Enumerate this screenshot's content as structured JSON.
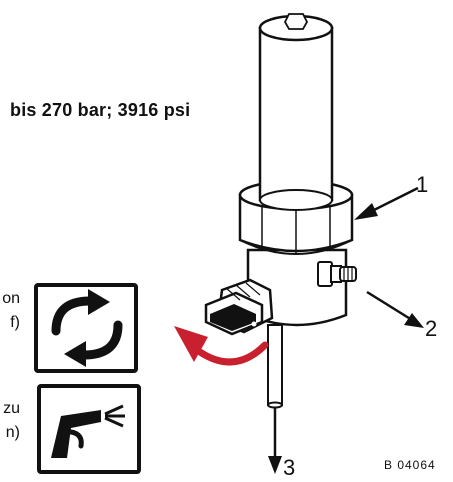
{
  "labels": {
    "pressure": "bis 270 bar; 3916 psi",
    "fragment_1": "on",
    "fragment_2": "f)",
    "fragment_3": "zu",
    "fragment_4": "n)",
    "callout_1": "1",
    "callout_2": "2",
    "callout_3": "3",
    "figure_code": "B  04064"
  },
  "icons": {
    "circulation": "circulation-arrows-icon",
    "spray_gun": "spray-gun-icon",
    "rotation_arrow": "rotate-arrow-icon"
  },
  "colors": {
    "outline": "#111111",
    "rotation_arrow": "#c8202e",
    "background": "#ffffff"
  }
}
